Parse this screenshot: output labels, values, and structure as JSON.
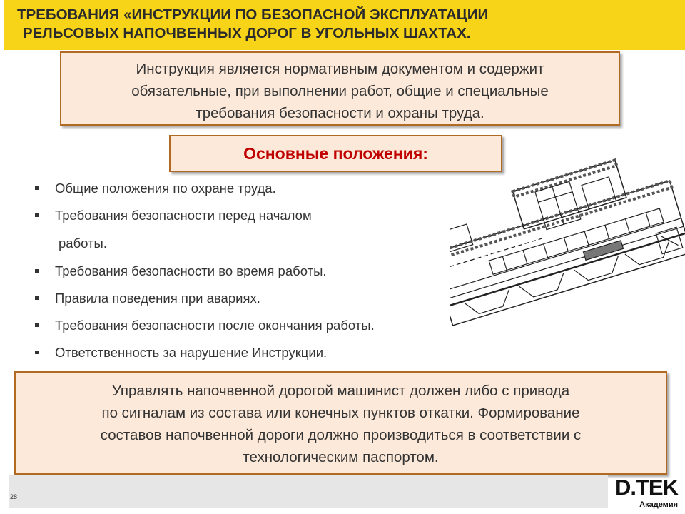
{
  "header": {
    "title_line1": "ТРЕБОВАНИЯ «ИНСТРУКЦИИ ПО БЕЗОПАСНОЙ ЭКСПЛУАТАЦИИ",
    "title_line2": "РЕЛЬСОВЫХ НАПОЧВЕННЫХ ДОРОГ В УГОЛЬНЫХ ШАХТАХ."
  },
  "intro": {
    "line1": "Инструкция является нормативным документом и содержит",
    "line2": "обязательные, при выполнении работ, общие и специальные",
    "line3": "требования безопасности и охраны труда."
  },
  "section_title": "Основные положения:",
  "bullets": {
    "b1": "Общие положения по охране труда.",
    "b2a": "Требования безопасности перед началом",
    "b2b": "работы.",
    "b3": "Требования безопасности во время работы.",
    "b4": "Правила поведения при авариях.",
    "b5": "Требования безопасности после окончания работы.",
    "b6": "Ответственность за нарушение Инструкции."
  },
  "note": {
    "line1": "Управлять напочвенной дорогой машинист должен либо с привода",
    "line2": "по сигналам из состава или конечных пунктов откатки. Формирование",
    "line3": "составов напочвенной дороги должно производиться в соответствии с",
    "line4": "технологическим паспортом."
  },
  "footer": {
    "page_number": "28"
  },
  "logo": {
    "main": "D.TEK",
    "sub": "Академия"
  },
  "colors": {
    "header_bg": "#f7d417",
    "box_bg": "#fce9d9",
    "box_border": "#b06a21",
    "section_title": "#c00000",
    "footer_bg": "#e6e6e6"
  }
}
